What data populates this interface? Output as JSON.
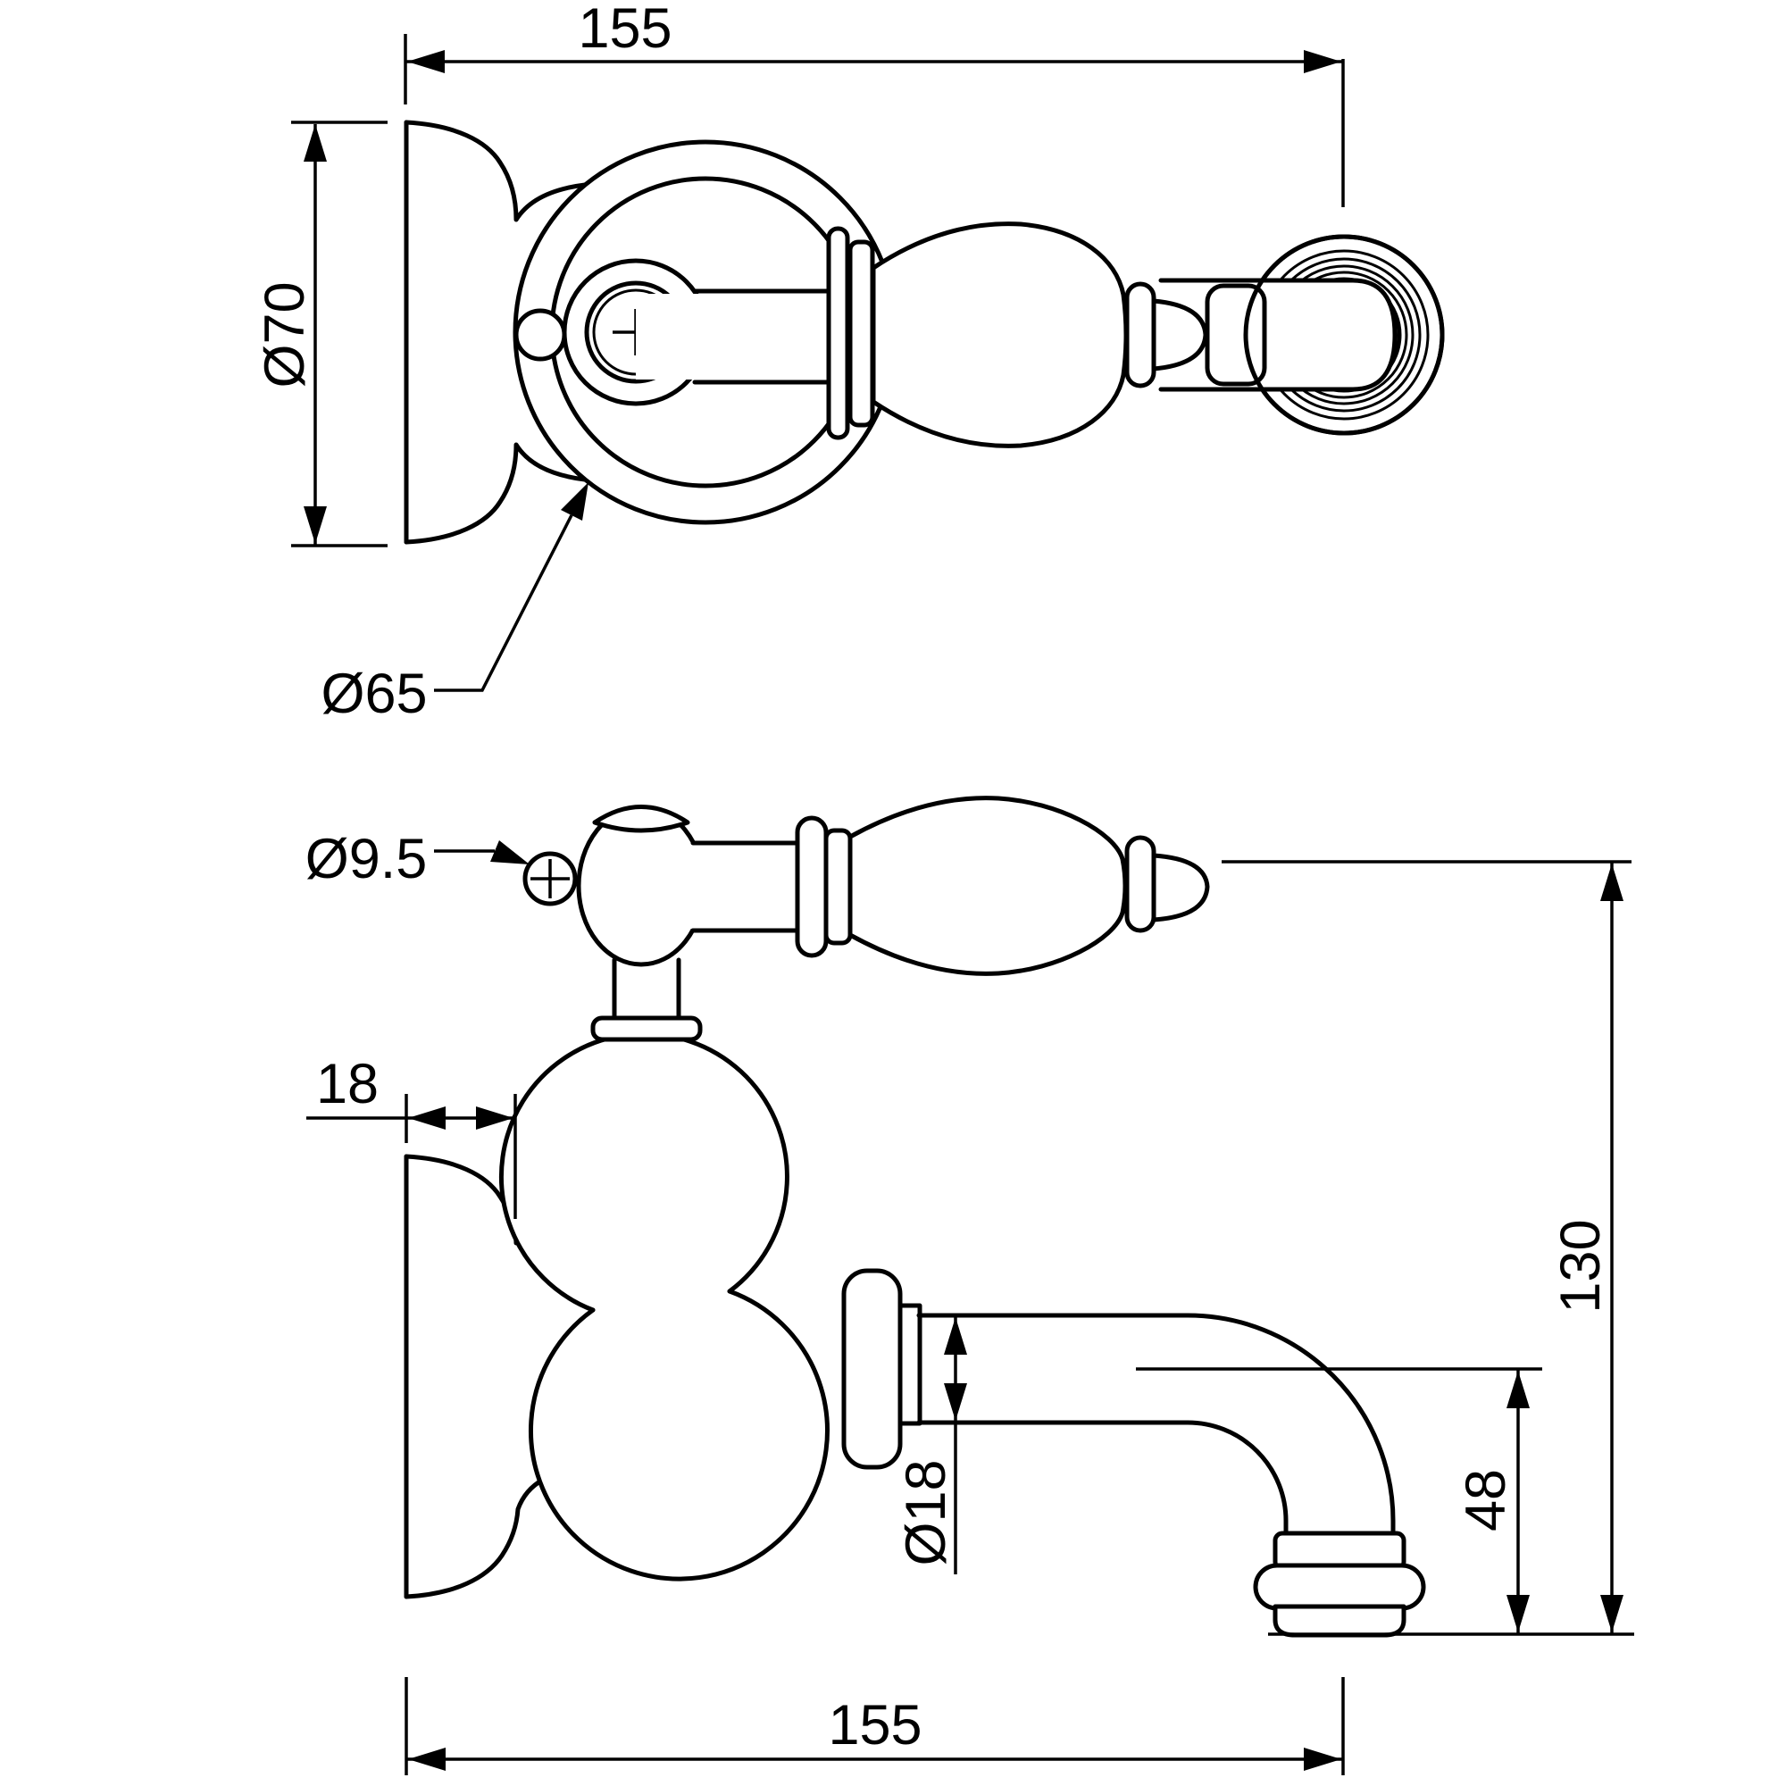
{
  "drawing": {
    "type": "technical-dimension-drawing",
    "subject": "wall-mounted single-lever tap, two orthographic views",
    "background": "#ffffff",
    "line_color": "#000000",
    "top_view": {
      "dims": {
        "overall_width": "155",
        "flange_diameter": "Ø70",
        "body_diameter": "Ø65"
      }
    },
    "side_view": {
      "dims": {
        "screw_diameter": "Ø9.5",
        "wall_offset": "18",
        "overall_height": "130",
        "spout_diameter": "Ø18",
        "spout_height": "48",
        "overall_width": "155"
      }
    }
  }
}
